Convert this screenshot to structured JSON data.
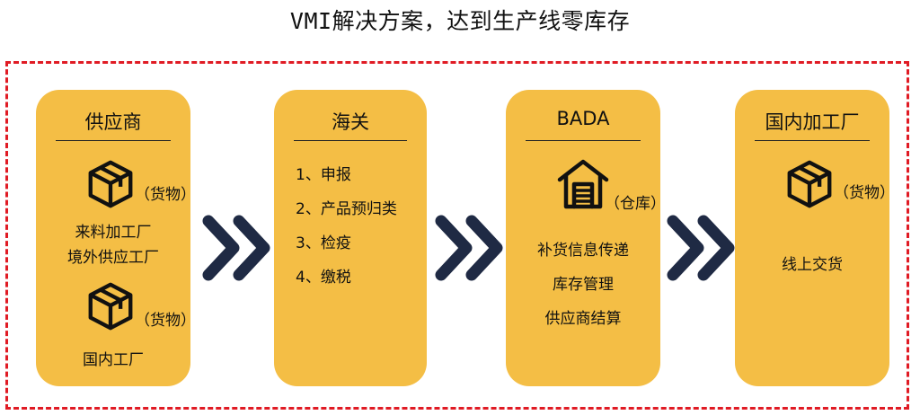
{
  "title": "VMI解决方案，达到生产线零库存",
  "stages": [
    {
      "title": "供应商",
      "goods_label_1": "（货物）",
      "lines": [
        "来料加工厂",
        "境外供应工厂"
      ],
      "goods_label_2": "（货物）",
      "footer": "国内工厂"
    },
    {
      "title": "海关",
      "steps": [
        "1、申报",
        "2、产品预归类",
        "3、检疫",
        "4、缴税"
      ]
    },
    {
      "title": "BADA",
      "warehouse_label": "（仓库）",
      "lines": [
        "补货信息传递",
        "库存管理",
        "供应商结算"
      ]
    },
    {
      "title": "国内加工厂",
      "goods_label": "（货物）",
      "lines": [
        "线上交货"
      ]
    }
  ],
  "icons": {
    "goods": "box-icon",
    "warehouse": "warehouse-icon",
    "flow": "double-chevron-right-icon"
  },
  "colors": {
    "card": "#f4be45",
    "frame": "#e01b24",
    "chevron": "#1f2a44"
  }
}
